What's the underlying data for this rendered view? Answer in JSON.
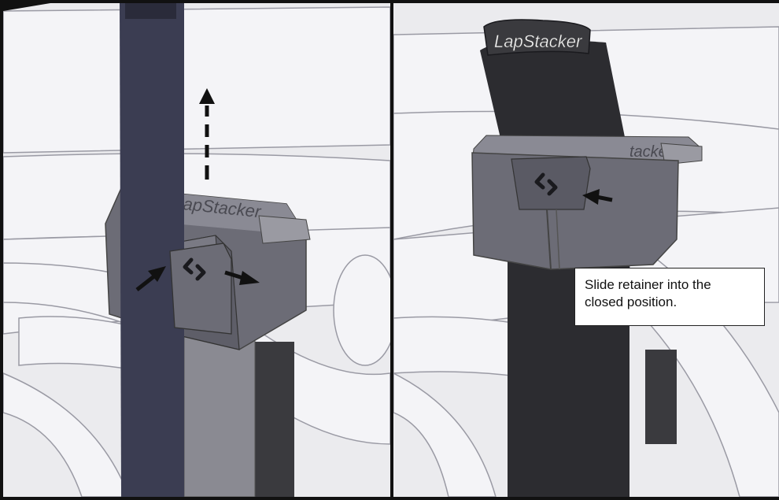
{
  "callout": {
    "line1": "Slide retainer into the",
    "line2": "closed position."
  },
  "brand": {
    "left_retainer": "apStacker",
    "right_strap": "LapStacker",
    "right_retainer": "tacker"
  },
  "colors": {
    "background": "#ebebee",
    "tube": "#f4f4f7",
    "tube_edge": "#9a9aa4",
    "strap_left": "#3b3d52",
    "strap_right": "#2c2c30",
    "retainer": "#6c6c76",
    "retainer_dark": "#55555e",
    "arrow": "#111111"
  },
  "icons": [
    "dashed-up-arrow-icon",
    "arrow-right-icon",
    "arrow-diagonal-icon",
    "arrow-left-icon",
    "s-logo-icon"
  ]
}
